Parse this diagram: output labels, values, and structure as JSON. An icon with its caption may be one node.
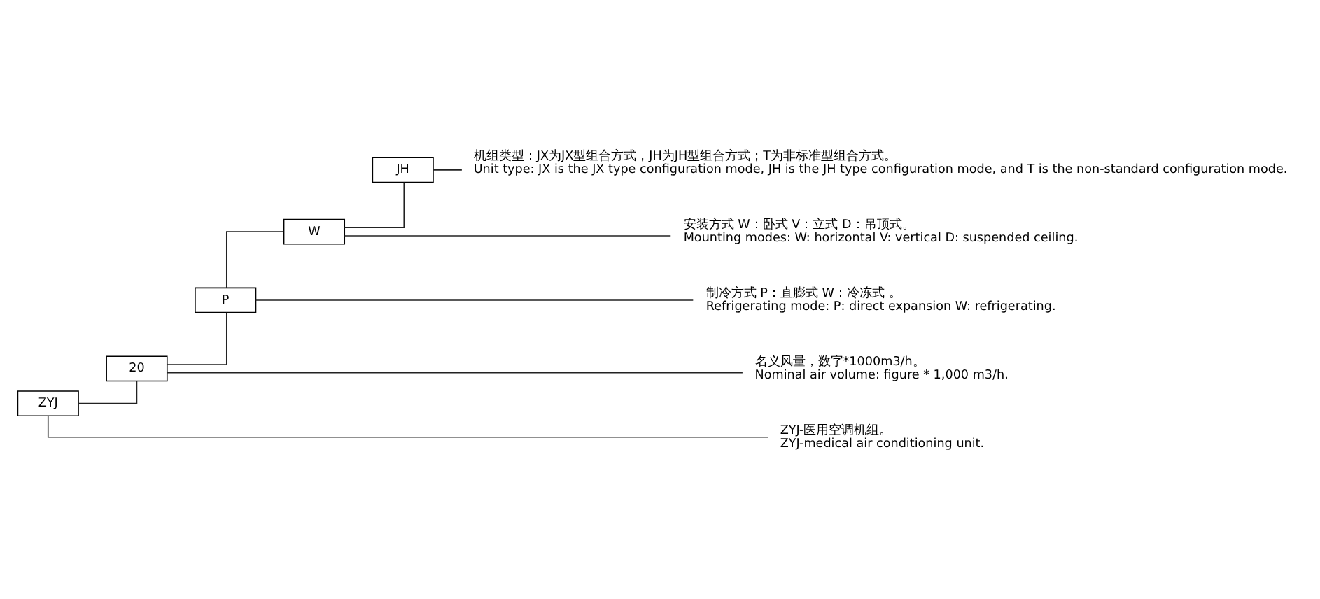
{
  "diagram": {
    "nodes": [
      {
        "text": [
          "ZYJ"
        ]
      },
      {
        "text": [
          "20"
        ]
      },
      {
        "text": [
          "P"
        ]
      },
      {
        "text": [
          "W"
        ]
      },
      {
        "text": [
          "JH"
        ]
      },
      {
        "text": [
          "机组类型：JX为JX型组合方式，JH为JH型组合方式；T为非标准型组合方式。",
          "Unit type: JX is the JX type configuration mode, JH is the JH type configuration mode, and T is the non-standard configuration mode."
        ]
      },
      {
        "text": [
          "安装方式 W：卧式 V：立式 D：吊顶式。",
          "Mounting modes: W: horizontal V: vertical D: suspended ceiling."
        ]
      },
      {
        "text": [
          "制冷方式 P：直膨式 W：冷冻式 。",
          "Refrigerating mode: P: direct expansion W: refrigerating."
        ]
      },
      {
        "text": [
          "名义风量，数字*1000m3/h。",
          "Nominal air volume: figure * 1,000 m3/h."
        ]
      },
      {
        "text": [
          "ZYJ-医用空调机组。",
          "ZYJ-medical air conditioning unit."
        ]
      }
    ],
    "edges": [
      {
        "from": 0,
        "to": 1,
        "arrow": "none"
      },
      {
        "from": 1,
        "to": 2,
        "arrow": "none"
      },
      {
        "from": 2,
        "to": 3,
        "arrow": "none"
      },
      {
        "from": 3,
        "to": 4,
        "arrow": "none"
      },
      {
        "from": 4,
        "to": 5,
        "arrow": "none"
      },
      {
        "from": 3,
        "to": 6,
        "arrow": "none"
      },
      {
        "from": 2,
        "to": 7,
        "arrow": "none"
      },
      {
        "from": 1,
        "to": 8,
        "arrow": "none"
      },
      {
        "from": 0,
        "to": 9,
        "arrow": "none"
      }
    ]
  }
}
